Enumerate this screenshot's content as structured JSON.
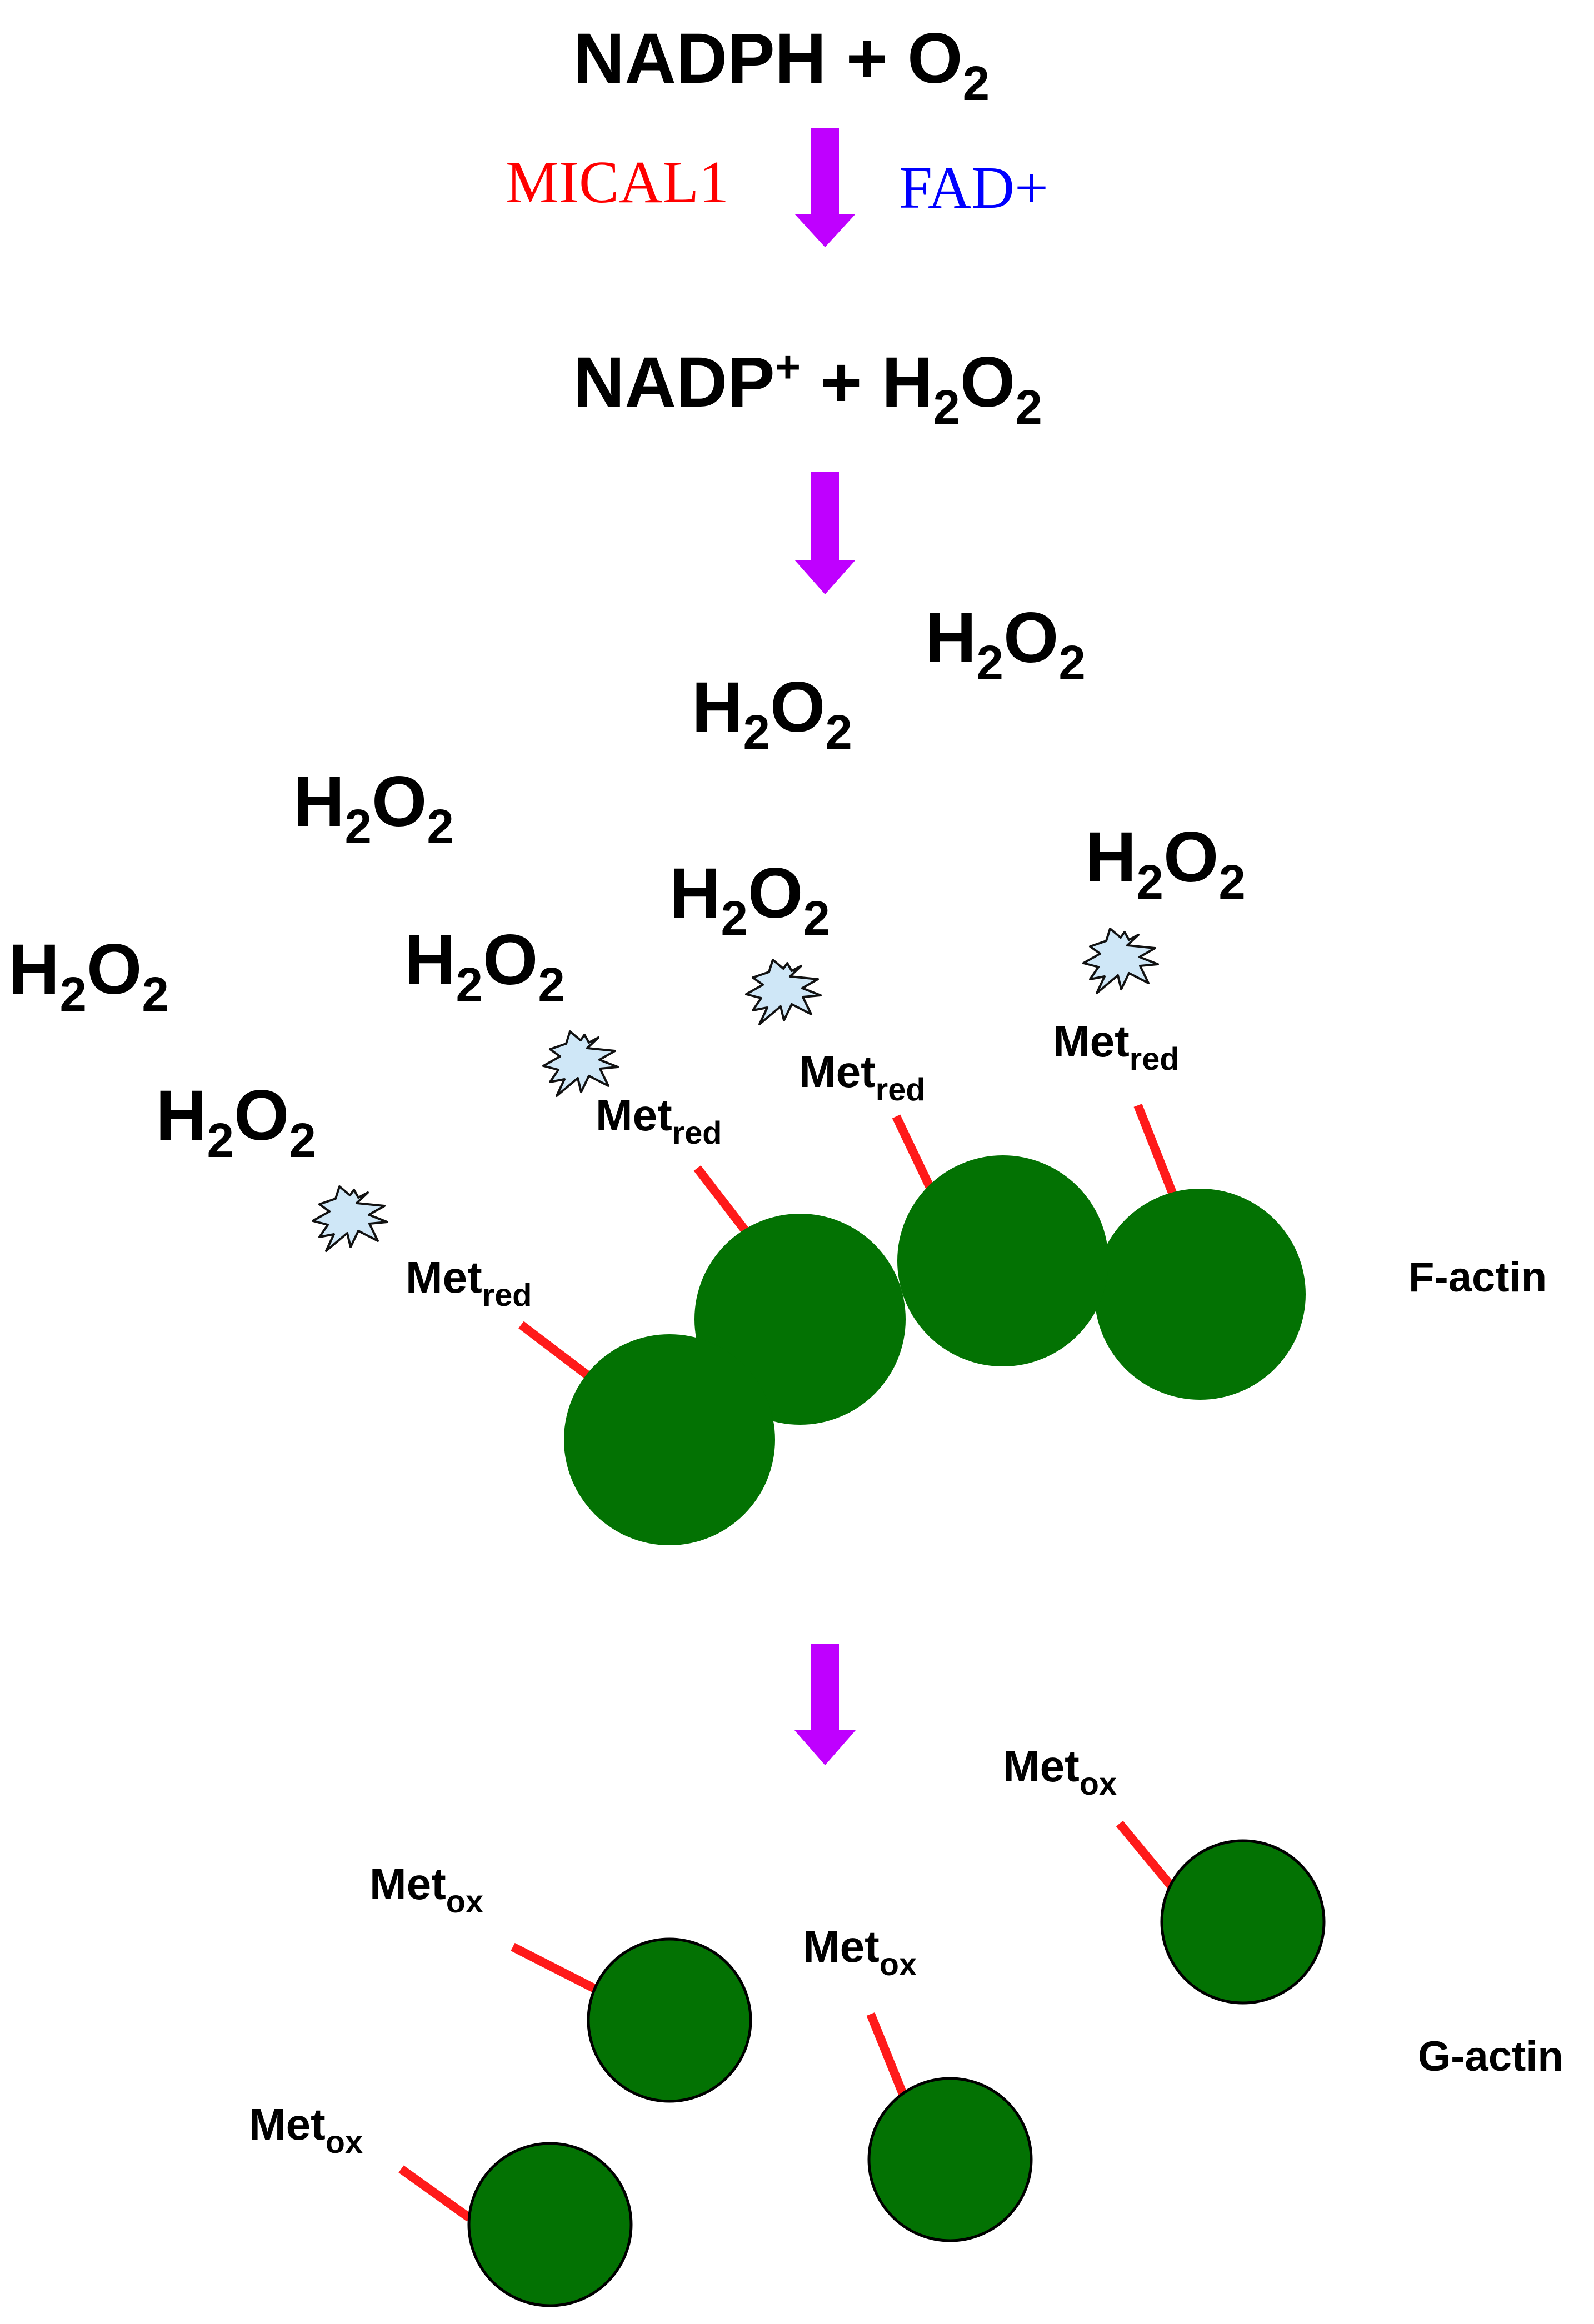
{
  "reaction": {
    "substrate": {
      "nadph": "NADPH",
      "plus": "+",
      "o": "O",
      "o_sub": "2"
    },
    "enzyme": "MICAL1",
    "cofactor": "FAD+",
    "product": {
      "nadp": "NADP",
      "nadp_sup": "+",
      "plus": "+",
      "h": "H",
      "h_sub": "2",
      "o": "O",
      "o_sub": "2"
    }
  },
  "peroxide": {
    "h": "H",
    "h_sub": "2",
    "o": "O",
    "o_sub": "2"
  },
  "methionine": {
    "base": "Met",
    "reduced": "red",
    "oxidized": "ox"
  },
  "labels": {
    "f_actin": "F-actin",
    "g_actin": "G-actin"
  },
  "colors": {
    "arrow": "#bf00ff",
    "enzyme_text": "#ff0000",
    "cofactor_text": "#0000ff",
    "actin": "#037203",
    "met_line": "#ff1a1a",
    "burst": "#cfe7f7"
  }
}
